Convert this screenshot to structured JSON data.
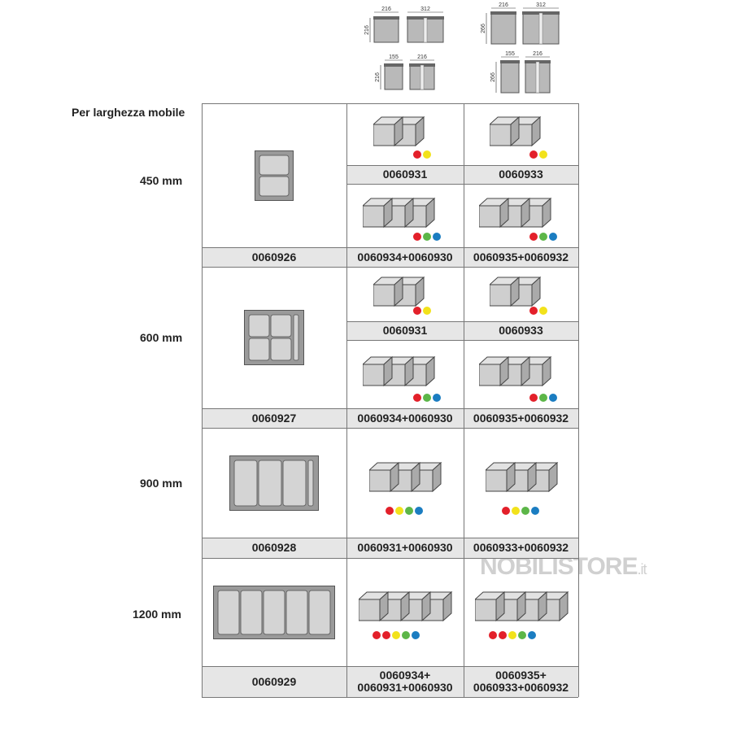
{
  "header_label": "Per larghezza mobile",
  "dimensions": {
    "group_a": {
      "top_w1": "216",
      "top_w2": "312",
      "top_h": "216",
      "bot_w1": "155",
      "bot_w2": "216",
      "bot_h": "216"
    },
    "group_b": {
      "top_w1": "216",
      "top_w2": "312",
      "top_h": "266",
      "bot_w1": "155",
      "bot_w2": "216",
      "bot_h": "266"
    }
  },
  "colors": {
    "red": "#e3202a",
    "yellow": "#f2e21b",
    "green": "#5cb648",
    "blue": "#1b7dc1"
  },
  "sections": [
    {
      "width": "450 mm",
      "tray": "0060926",
      "rows": [
        {
          "a": {
            "code": "0060931",
            "dots": [
              "red",
              "yellow"
            ]
          },
          "b": {
            "code": "0060933",
            "dots": [
              "red",
              "yellow"
            ]
          }
        },
        {
          "a": {
            "code": "0060934+0060930",
            "dots": [
              "red",
              "green",
              "blue"
            ]
          },
          "b": {
            "code": "0060935+0060932",
            "dots": [
              "red",
              "green",
              "blue"
            ]
          }
        }
      ]
    },
    {
      "width": "600 mm",
      "tray": "0060927",
      "rows": [
        {
          "a": {
            "code": "0060931",
            "dots": [
              "red",
              "yellow"
            ]
          },
          "b": {
            "code": "0060933",
            "dots": [
              "red",
              "yellow"
            ]
          }
        },
        {
          "a": {
            "code": "0060934+0060930",
            "dots": [
              "red",
              "green",
              "blue"
            ]
          },
          "b": {
            "code": "0060935+0060932",
            "dots": [
              "red",
              "green",
              "blue"
            ]
          }
        }
      ]
    },
    {
      "width": "900 mm",
      "tray": "0060928",
      "rows": [
        {
          "a": {
            "code": "0060931+0060930",
            "dots": [
              "red",
              "yellow",
              "green",
              "blue"
            ]
          },
          "b": {
            "code": "0060933+0060932",
            "dots": [
              "red",
              "yellow",
              "green",
              "blue"
            ]
          }
        }
      ]
    },
    {
      "width": "1200 mm",
      "tray": "0060929",
      "rows": [
        {
          "a": {
            "code": "0060934+\n0060931+0060930",
            "dots": [
              "red",
              "red",
              "yellow",
              "green",
              "blue"
            ]
          },
          "b": {
            "code": "0060935+\n0060933+0060932",
            "dots": [
              "red",
              "red",
              "yellow",
              "green",
              "blue"
            ]
          }
        }
      ]
    }
  ],
  "watermark": {
    "main": "NOBILISTORE",
    "suffix": ".it"
  }
}
